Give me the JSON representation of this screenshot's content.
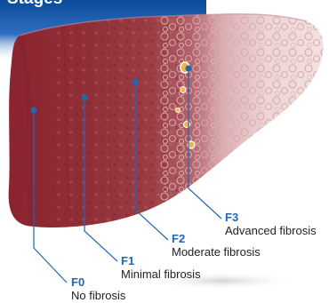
{
  "banner": {
    "title": "Stages"
  },
  "stages": [
    {
      "code": "F0",
      "description": "No fibrosis"
    },
    {
      "code": "F1",
      "description": "Minimal fibrosis"
    },
    {
      "code": "F2",
      "description": "Moderate fibrosis"
    },
    {
      "code": "F3",
      "description": "Advanced fibrosis"
    }
  ],
  "colors": {
    "banner_top": "#0b4a9a",
    "banner_bottom": "#ffffff",
    "liver_healthy": "#8d2b33",
    "liver_mid": "#a8545a",
    "liver_fibrotic": "#e9c9c9",
    "nodule": "#f0b54a",
    "leader_line": "#1f67b3",
    "label_code": "#1f67b3",
    "label_text": "#222222"
  }
}
